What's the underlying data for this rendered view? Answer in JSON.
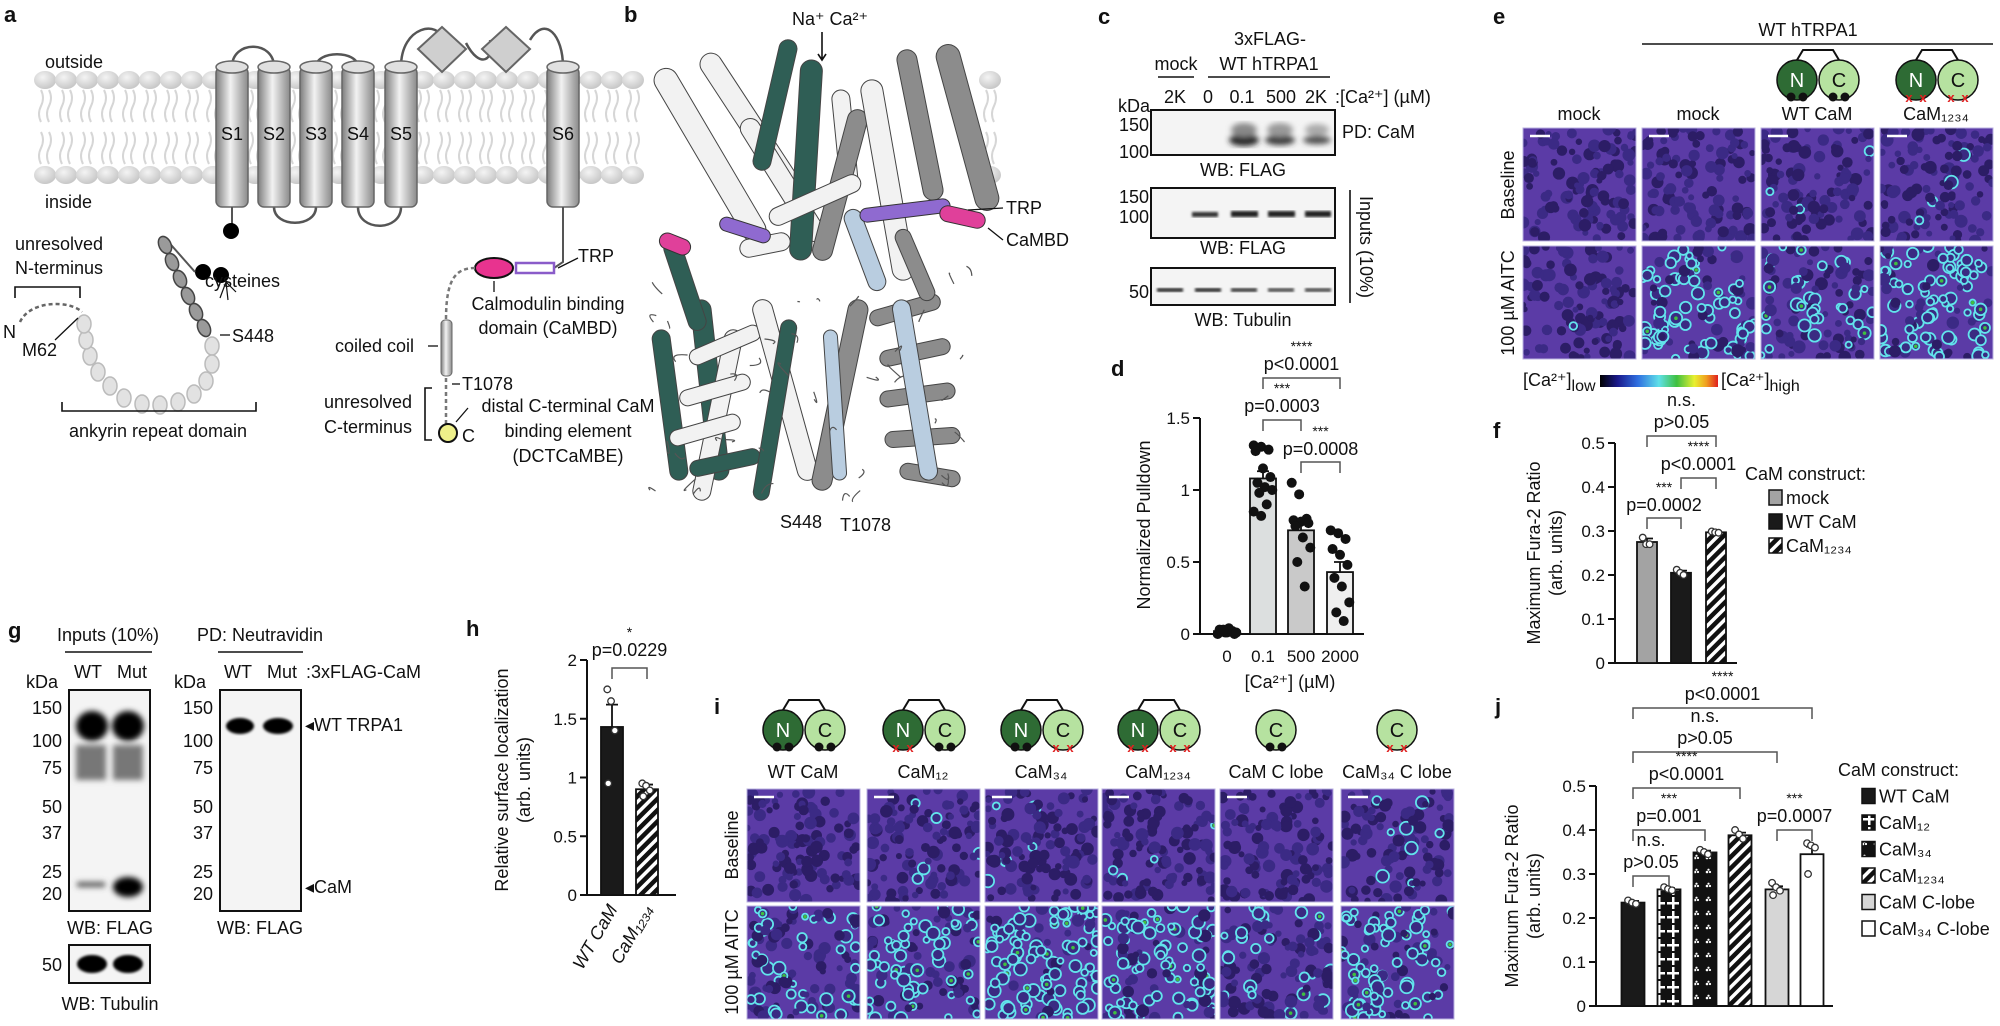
{
  "panel_labels": {
    "a": "a",
    "b": "b",
    "c": "c",
    "d": "d",
    "e": "e",
    "f": "f",
    "g": "g",
    "h": "h",
    "i": "i",
    "j": "j"
  },
  "a": {
    "outside": "outside",
    "inside": "inside",
    "helices": [
      "S1",
      "S2",
      "S3",
      "S4",
      "S5",
      "S6"
    ],
    "unresolved_n": [
      "unresolved",
      "N-terminus"
    ],
    "n_term": "N",
    "m62": "M62",
    "cysteines": "cysteines",
    "s448": "S448",
    "ankyrin": "ankyrin repeat domain",
    "trp": "TRP",
    "cambd": [
      "Calmodulin binding",
      "domain (CaMBD)"
    ],
    "coiled_coil": "coiled coil",
    "t1078": "T1078",
    "unresolved_c": [
      "unresolved",
      "C-terminus"
    ],
    "c_term": "C",
    "dctcambe": [
      "distal C-terminal CaM",
      "binding element",
      "(DCTCaMBE)"
    ],
    "colors": {
      "cambd": "#e8338f",
      "trp": "#8a5cc9",
      "dctcambe": "#eef08a",
      "cysteine": "#000000"
    }
  },
  "b": {
    "ions": "Na⁺ Ca²⁺",
    "trp": "TRP",
    "cambd": "CaMBD",
    "s448": "S448",
    "t1078": "T1078",
    "colors": {
      "teal": "#2f5e55",
      "blue": "#b9cde0",
      "gray": "#8c8c8c",
      "white": "#f2f2f2",
      "cambd": "#e0409a",
      "trp": "#8f6ad0"
    }
  },
  "c": {
    "construct": [
      "3xFLAG-",
      "WT hTRPA1"
    ],
    "mock": "mock",
    "lanes": [
      "2K",
      "0",
      "0.1",
      "500",
      "2K"
    ],
    "lane_unit": ":[Ca²⁺] (µM)",
    "kda": "kDa",
    "blots": [
      {
        "markers": [
          "150",
          "100"
        ],
        "caption": "WB: FLAG",
        "side": "PD: CaM"
      },
      {
        "markers": [
          "150",
          "100"
        ],
        "caption": "WB: FLAG"
      },
      {
        "markers": [
          "50"
        ],
        "caption": "WB: Tubulin"
      }
    ],
    "inputs": "Inputs (10%)"
  },
  "e": {
    "header": "WT hTRPA1",
    "columns": [
      {
        "label": "mock"
      },
      {
        "label": "mock"
      },
      {
        "label": "WT CaM",
        "icon": {
          "n": "N",
          "c": "C",
          "n_state": "wt",
          "c_state": "wt"
        }
      },
      {
        "label": "CaM₁₂₃₄",
        "icon": {
          "n": "N",
          "c": "C",
          "n_state": "mutant",
          "c_state": "mutant"
        }
      }
    ],
    "rows": [
      "Baseline",
      "100 µM AITC"
    ],
    "colorbar": {
      "low": "[Ca²⁺]",
      "low_sub": "low",
      "high": "[Ca²⁺]",
      "high_sub": "high",
      "colors": [
        "#000000",
        "#1a1a8c",
        "#2f6fe0",
        "#5fe0e8",
        "#3fc040",
        "#e8f030",
        "#f0a020",
        "#e02020"
      ]
    }
  },
  "g": {
    "inputs": "Inputs (10%)",
    "pd": "PD: Neutravidin",
    "lanes": [
      "WT",
      "Mut"
    ],
    "lane_suffix": ":3xFLAG-CaM",
    "kda": "kDa",
    "markers": [
      "150",
      "100",
      "75",
      "50",
      "37",
      "25",
      "20"
    ],
    "tubulin_marker": "50",
    "wt_trpa1": "WT TRPA1",
    "cam": "CaM",
    "caption_flag": "WB: FLAG",
    "caption_tubulin": "WB: Tubulin"
  },
  "i": {
    "columns": [
      {
        "label": "WT CaM",
        "icon": {
          "n": "N",
          "c": "C",
          "n_state": "wt",
          "c_state": "wt"
        }
      },
      {
        "label": "CaM₁₂",
        "icon": {
          "n": "N",
          "c": "C",
          "n_state": "mutant",
          "c_state": "wt"
        }
      },
      {
        "label": "CaM₃₄",
        "icon": {
          "n": "N",
          "c": "C",
          "n_state": "wt",
          "c_state": "mutant"
        }
      },
      {
        "label": "CaM₁₂₃₄",
        "icon": {
          "n": "N",
          "c": "C",
          "n_state": "mutant",
          "c_state": "mutant"
        }
      },
      {
        "label": "CaM C lobe",
        "icon": {
          "c": "C",
          "n_state": "absent",
          "c_state": "wt"
        }
      },
      {
        "label": "CaM₃₄ C lobe",
        "icon": {
          "c": "C",
          "n_state": "absent",
          "c_state": "mutant"
        }
      }
    ],
    "rows": [
      "Baseline",
      "100 µM AITC"
    ]
  },
  "cam_colors": {
    "n_lobe": "#2e6b34",
    "c_lobe": "#b6e2a0",
    "ca_site": "#111111",
    "mutation": "#e02020"
  },
  "chart_data": [
    {
      "id": "d",
      "type": "bar",
      "categories": [
        "0",
        "0.1",
        "500",
        "2000"
      ],
      "values": [
        0.02,
        1.08,
        0.72,
        0.43
      ],
      "errors": [
        0.01,
        0.05,
        0.06,
        0.07
      ],
      "points": [
        [
          0.0,
          0.01,
          0.02,
          0.03,
          0.01,
          0.0,
          0.02,
          0.04,
          0.01,
          0.03
        ],
        [
          1.31,
          1.3,
          1.28,
          1.27,
          1.15,
          1.09,
          1.05,
          1.02,
          1.0,
          0.98,
          0.9,
          0.85,
          0.82
        ],
        [
          1.05,
          0.97,
          0.8,
          0.79,
          0.78,
          0.77,
          0.75,
          0.67,
          0.6,
          0.5,
          0.33
        ],
        [
          0.72,
          0.7,
          0.66,
          0.59,
          0.55,
          0.48,
          0.39,
          0.33,
          0.22,
          0.15,
          0.09
        ]
      ],
      "xlabel": "[Ca²⁺] (µM)",
      "ylabel": [
        "Normalized Pulldown"
      ],
      "ylim": [
        0,
        1.5
      ],
      "yticks": [
        "0",
        "0.5",
        "1",
        "1.5"
      ],
      "bar_fills": [
        "#dcdfdf",
        "#dcdfdf",
        "#c9c9c9",
        "#efefef"
      ],
      "point_style": "filled",
      "comparisons": [
        {
          "groups": [
            1,
            3
          ],
          "label": "p<0.0001",
          "stars": "****"
        },
        {
          "groups": [
            1,
            2
          ],
          "label": "p=0.0003",
          "stars": "***"
        },
        {
          "groups": [
            2,
            3
          ],
          "label": "p=0.0008",
          "stars": "***"
        }
      ]
    },
    {
      "id": "f",
      "type": "bar",
      "categories": [
        "mock",
        "WT CaM",
        "CaM₁₂₃₄"
      ],
      "values": [
        0.275,
        0.205,
        0.297
      ],
      "errors": [
        0.008,
        0.005,
        0.002
      ],
      "points": [
        [
          0.285,
          0.27,
          0.27
        ],
        [
          0.212,
          0.205,
          0.2
        ],
        [
          0.299,
          0.297,
          0.296
        ]
      ],
      "xlabel": "",
      "ylabel": [
        "Maximum Fura-2 Ratio",
        "(arb. units)"
      ],
      "ylim": [
        0,
        0.5
      ],
      "yticks": [
        "0",
        "0.1",
        "0.2",
        "0.3",
        "0.4",
        "0.5"
      ],
      "bar_fills": [
        "gray",
        "black",
        "hatch"
      ],
      "point_style": "open",
      "legend": {
        "title": "CaM construct:",
        "placement": "right"
      },
      "comparisons": [
        {
          "groups": [
            0,
            2
          ],
          "label": "p>0.05",
          "stars": "n.s."
        },
        {
          "groups": [
            1,
            2
          ],
          "label": "p<0.0001",
          "stars": "****"
        },
        {
          "groups": [
            0,
            1
          ],
          "label": "p=0.0002",
          "stars": "***"
        }
      ]
    },
    {
      "id": "h",
      "type": "bar",
      "categories": [
        "WT CaM",
        "CaM₁₂₃₄"
      ],
      "values": [
        1.43,
        0.9
      ],
      "errors": [
        0.19,
        0.04
      ],
      "points": [
        [
          1.75,
          1.65,
          1.4,
          0.95
        ],
        [
          0.95,
          0.93,
          0.89,
          0.84
        ]
      ],
      "xlabel": "",
      "ylabel": [
        "Relative surface localization",
        "(arb. units)"
      ],
      "ylim": [
        0,
        2
      ],
      "yticks": [
        "0",
        "0.5",
        "1",
        "1.5",
        "2"
      ],
      "bar_fills": [
        "black",
        "hatch"
      ],
      "point_style": "open",
      "comparisons": [
        {
          "groups": [
            0,
            1
          ],
          "label": "p=0.0229",
          "stars": "*"
        }
      ]
    },
    {
      "id": "j",
      "type": "bar",
      "categories": [
        "WT CaM",
        "CaM₁₂",
        "CaM₃₄",
        "CaM₁₂₃₄",
        "CaM C-lobe",
        "CaM₃₄ C-lobe"
      ],
      "values": [
        0.235,
        0.265,
        0.349,
        0.388,
        0.265,
        0.345
      ],
      "errors": [
        0.004,
        0.003,
        0.004,
        0.006,
        0.007,
        0.017
      ],
      "points": [
        [
          0.24,
          0.235,
          0.232
        ],
        [
          0.27,
          0.266,
          0.263
        ],
        [
          0.355,
          0.35,
          0.345
        ],
        [
          0.4,
          0.39,
          0.38
        ],
        [
          0.28,
          0.27,
          0.262,
          0.252
        ],
        [
          0.37,
          0.365,
          0.36,
          0.3
        ]
      ],
      "xlabel": "",
      "ylabel": [
        "Maximum Fura-2 Ratio",
        "(arb. units)"
      ],
      "ylim": [
        0,
        0.5
      ],
      "yticks": [
        "0",
        "0.1",
        "0.2",
        "0.3",
        "0.4",
        "0.5"
      ],
      "bar_fills": [
        "black",
        "cross",
        "dots",
        "hatch",
        "lightgray",
        "white"
      ],
      "point_style": "open",
      "legend": {
        "title": "CaM construct:",
        "placement": "right"
      },
      "comparisons": [
        {
          "groups": [
            0,
            5
          ],
          "label": "p<0.0001",
          "stars": "****"
        },
        {
          "groups": [
            0,
            4
          ],
          "label": "p>0.05",
          "stars": "n.s."
        },
        {
          "groups": [
            0,
            3
          ],
          "label": "p<0.0001",
          "stars": "****"
        },
        {
          "groups": [
            0,
            2
          ],
          "label": "p=0.001",
          "stars": "***"
        },
        {
          "groups": [
            0,
            1
          ],
          "label": "p>0.05",
          "stars": "n.s."
        },
        {
          "groups": [
            4,
            5
          ],
          "label": "p=0.0007",
          "stars": "***"
        }
      ]
    }
  ]
}
